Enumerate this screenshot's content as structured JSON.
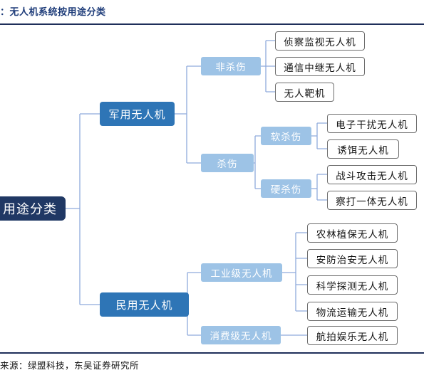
{
  "header": {
    "title": "：无人机系统按用途分类"
  },
  "footer": {
    "source": "来源：绿盟科技，东吴证券研究所"
  },
  "tree": {
    "root": "用途分类",
    "military": {
      "label": "军用无人机",
      "non_lethal": {
        "label": "非杀伤",
        "leaves": [
          "侦察监视无人机",
          "通信中继无人机",
          "无人靶机"
        ]
      },
      "lethal": {
        "label": "杀伤",
        "soft": {
          "label": "软杀伤",
          "leaves": [
            "电子干扰无人机",
            "诱饵无人机"
          ]
        },
        "hard": {
          "label": "硬杀伤",
          "leaves": [
            "战斗攻击无人机",
            "察打一体无人机"
          ]
        }
      }
    },
    "civil": {
      "label": "民用无人机",
      "industrial": {
        "label": "工业级无人机",
        "leaves": [
          "农林植保无人机",
          "安防治安无人机",
          "科学探测无人机",
          "物流运输无人机"
        ]
      },
      "consumer": {
        "label": "消费级无人机",
        "leaves": [
          "航拍娱乐无人机"
        ]
      }
    }
  }
}
